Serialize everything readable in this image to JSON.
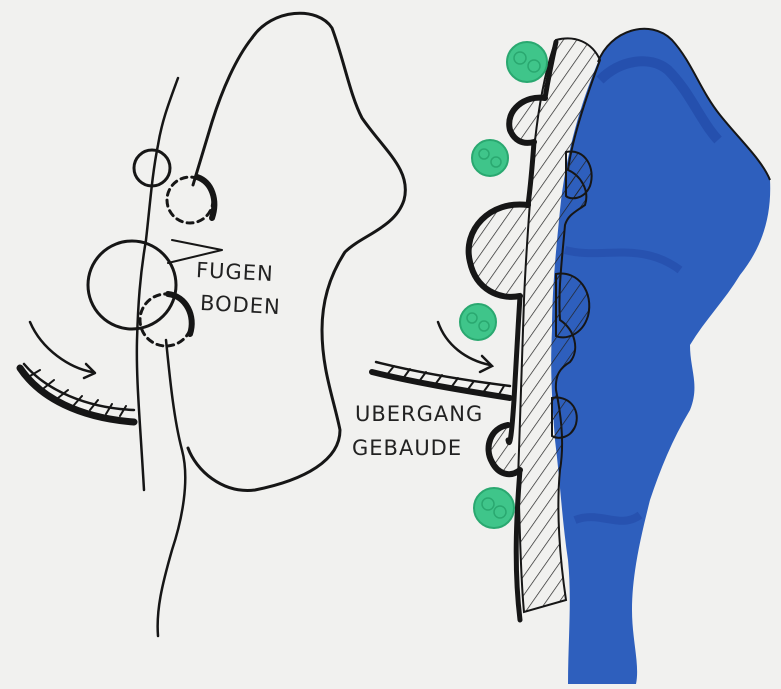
{
  "labels": {
    "fugen": "FUGEN",
    "boden": "BODEN",
    "uebergang": "UBERGANG",
    "gebaeude": "GEBAUDE"
  },
  "colors": {
    "paper": "#f1f1ef",
    "ink": "#161616",
    "water": "#2e5fbd",
    "water_dark": "#1f46a3",
    "tree": "#3fc58a"
  }
}
